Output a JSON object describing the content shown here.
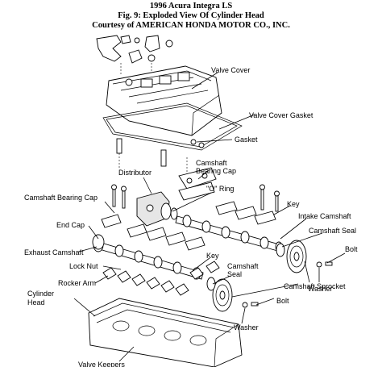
{
  "header": {
    "line1": "1996 Acura Integra LS",
    "line2": "Fig. 9: Exploded View Of Cylinder Head",
    "line3": "Courtesy of AMERICAN HONDA MOTOR CO., INC."
  },
  "labels": {
    "valve_cover": "Valve Cover",
    "valve_cover_gasket": "Valve Cover Gasket",
    "gasket": "Gasket",
    "camshaft_bearing_cap_top_1": "Camshaft",
    "camshaft_bearing_cap_top_2": "Bearing Cap",
    "distributor": "Distributor",
    "o_ring": "\"O\" Ring",
    "camshaft_bearing_cap_left": "Camshaft Bearing Cap",
    "key_top": "Key",
    "intake_camshaft": "Intake Camshaft",
    "end_cap": "End Cap",
    "camshaft_seal_right": "Camshaft Seal",
    "exhaust_camshaft": "Exhaust Camshaft",
    "bolt_right": "Bolt",
    "key_mid": "Key",
    "lock_nut": "Lock Nut",
    "camshaft_seal_mid_1": "Camshaft",
    "camshaft_seal_mid_2": "Seal",
    "washer_right": "Washer",
    "rocker_arm": "Rocker Arm",
    "camshaft_sprocket": "Camshaft Sprocket",
    "cylinder_head_1": "Cylinder",
    "cylinder_head_2": "Head",
    "bolt_bottom": "Bolt",
    "washer_bottom": "Washer",
    "valve_keepers": "Valve Keepers"
  }
}
